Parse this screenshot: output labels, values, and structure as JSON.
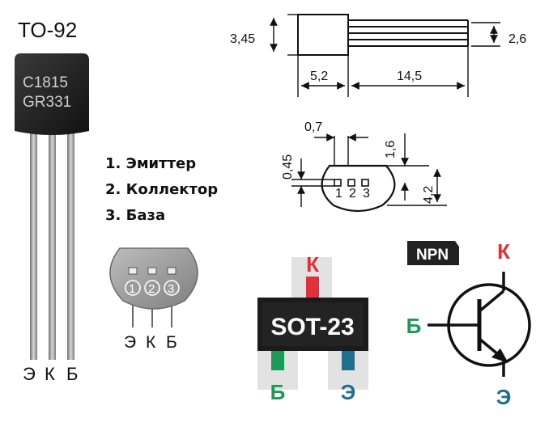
{
  "package_title": "TO-92",
  "chip": {
    "marking_line1": "C1815",
    "marking_line2": "GR331"
  },
  "legend": [
    "1. Эмиттер",
    "2. Коллектор",
    "3. База"
  ],
  "photo_pin_labels": [
    "Э",
    "К",
    "Б"
  ],
  "bottom_view": {
    "pin_numbers": [
      "1",
      "2",
      "3"
    ],
    "pin_labels": [
      "Э",
      "К",
      "Б"
    ]
  },
  "dimensions": {
    "body_height": "3,45",
    "lead_thickness": "2,6",
    "body_width": "5,2",
    "lead_length": "14,5",
    "pin_spacing": "0,7",
    "lead_width": "0,45",
    "top_height": "1,6",
    "total_height": "4,2"
  },
  "sot23": {
    "name": "SOT-23",
    "top_pin_label": "К",
    "left_pin_label": "Б",
    "right_pin_label": "Э"
  },
  "symbol": {
    "type_badge": "NPN",
    "collector_label": "К",
    "base_label": "Б",
    "emitter_label": "Э"
  },
  "colors": {
    "red": "#e0303a",
    "green": "#1a9a56",
    "blue": "#1f6f8f",
    "body_black": "#1b1b1b",
    "lead_gray": "#9a9a9a"
  }
}
